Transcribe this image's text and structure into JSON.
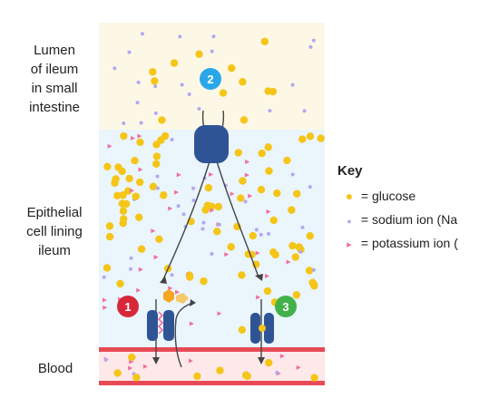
{
  "labels": {
    "lumen": [
      "Lumen",
      "of ileum",
      "in small",
      "intestine"
    ],
    "epithelial": [
      "Epithelial",
      "cell lining",
      "ileum"
    ],
    "blood": "Blood"
  },
  "markers": {
    "m1": "1",
    "m2": "2",
    "m3": "3"
  },
  "key": {
    "title": "Key",
    "items": [
      {
        "symbol": "●",
        "text": "= glucose",
        "color": "#f5c518"
      },
      {
        "symbol": "●",
        "text": "= sodium ion (Na",
        "color": "#b3a8f0"
      },
      {
        "symbol": "▸",
        "text": "= potassium ion (",
        "color": "#f06ea0"
      }
    ]
  },
  "colors": {
    "lumen_bg": "#fdf8e6",
    "epithelial_bg": "#eaf5fc",
    "blood_bg": "#fde8ea",
    "blood_line": "#e84a55",
    "protein": "#2f5496",
    "glucose": "#f5c518",
    "sodium": "#b3a8f0",
    "potassium": "#f06ea0",
    "marker1": "#d62839",
    "marker2": "#2aa7e8",
    "marker3": "#43b14b"
  }
}
